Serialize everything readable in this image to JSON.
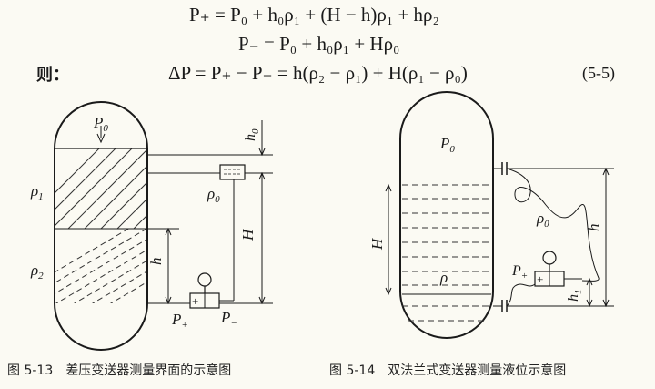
{
  "equations": {
    "eq1": "P₊ = P₀ + h₀ρ₁ + (H − h)ρ₁ + hρ₂",
    "eq2": "P₋ = P₀ + h₀ρ₁ + Hρ₀",
    "lead": "则：",
    "eq3": "ΔP = P₊ − P₋ = h(ρ₂ − ρ₁) + H(ρ₁ − ρ₀)",
    "number": "(5-5)"
  },
  "figure_13": {
    "caption": "图 5-13　差压变送器测量界面的示意图",
    "labels": {
      "p0": "P",
      "p0_sub": "0",
      "rho1": "ρ",
      "rho1_sub": "1",
      "rho2": "ρ",
      "rho2_sub": "2",
      "rho0": "ρ",
      "rho0_sub": "0",
      "h0": "h",
      "h0_sub": "0",
      "H": "H",
      "h": "h",
      "pplus": "P",
      "pplus_sub": "+",
      "pminus": "P",
      "pminus_sub": "−",
      "transmitter_sign": "+"
    }
  },
  "figure_14": {
    "caption": "图 5-14　双法兰式变送器测量液位示意图",
    "labels": {
      "p0": "P",
      "p0_sub": "0",
      "H": "H",
      "rho": "ρ",
      "rho0": "ρ",
      "rho0_sub": "0",
      "h": "h",
      "h1": "h",
      "h1_sub": "1",
      "pplus": "P",
      "pplus_sub": "+",
      "transmitter_sign": "+"
    }
  }
}
